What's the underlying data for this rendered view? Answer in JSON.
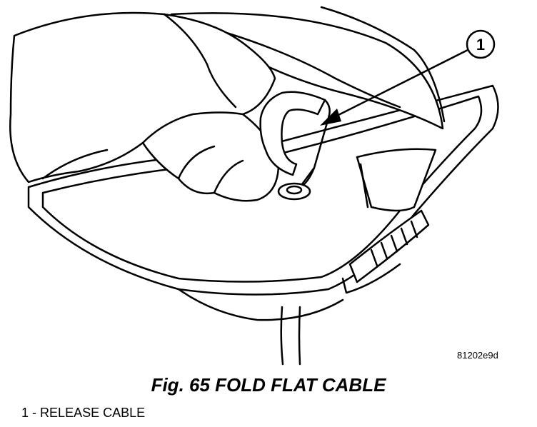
{
  "figure": {
    "callout": "1",
    "figure_id": "81202e9d",
    "caption": "Fig. 65 FOLD FLAT CABLE",
    "legend": [
      {
        "number": "1",
        "separator": "-",
        "label": "RELEASE CABLE"
      }
    ]
  }
}
